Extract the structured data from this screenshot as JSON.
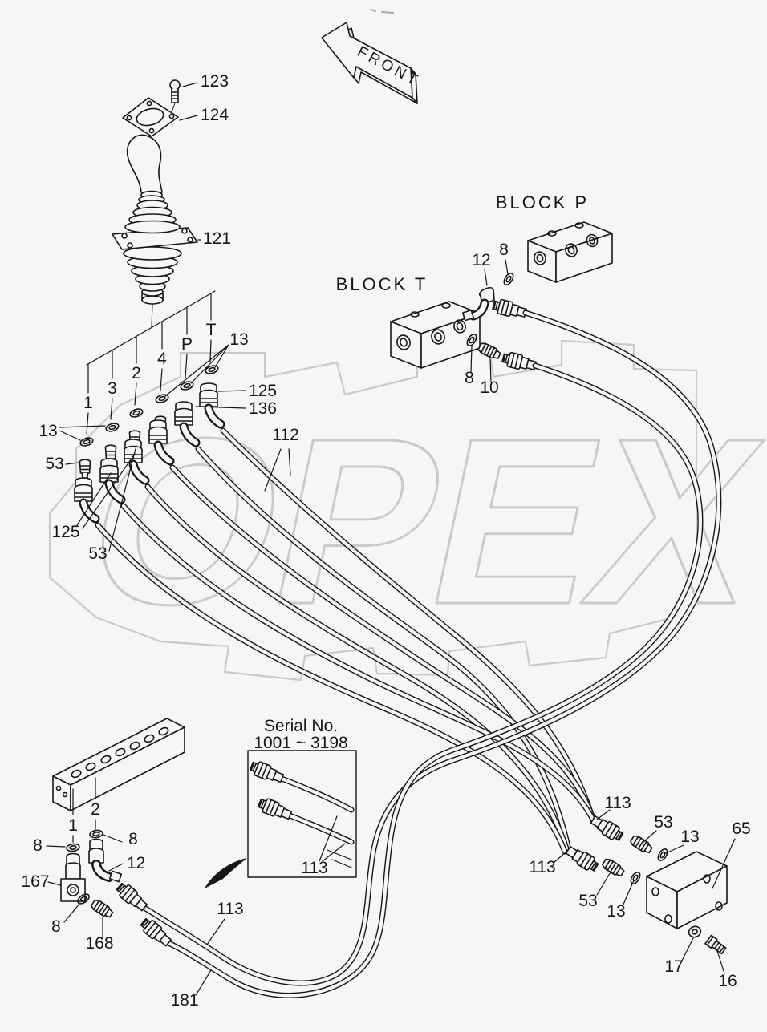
{
  "meta": {
    "background_color": "#f6f7f4",
    "line_color": "#161616",
    "watermark_color": "#c9c9c9"
  },
  "front_arrow": {
    "label": "FRONT"
  },
  "watermark": {
    "text": "OPEX"
  },
  "blocks": {
    "block_p": "BLOCK P",
    "block_t": "BLOCK T"
  },
  "serial_note": {
    "title": "Serial No.",
    "range": "1001 ~ 3198"
  },
  "ports": {
    "p1": "1",
    "p2": "2",
    "p3": "3",
    "p4": "4",
    "pP": "P",
    "pT": "T"
  },
  "parts": {
    "8": "8",
    "10": "10",
    "12": "12",
    "13": "13",
    "16": "16",
    "17": "17",
    "53": "53",
    "65": "65",
    "112": "112",
    "113": "113",
    "121": "121",
    "123": "123",
    "124": "124",
    "125": "125",
    "136": "136",
    "167": "167",
    "168": "168",
    "181": "181"
  }
}
